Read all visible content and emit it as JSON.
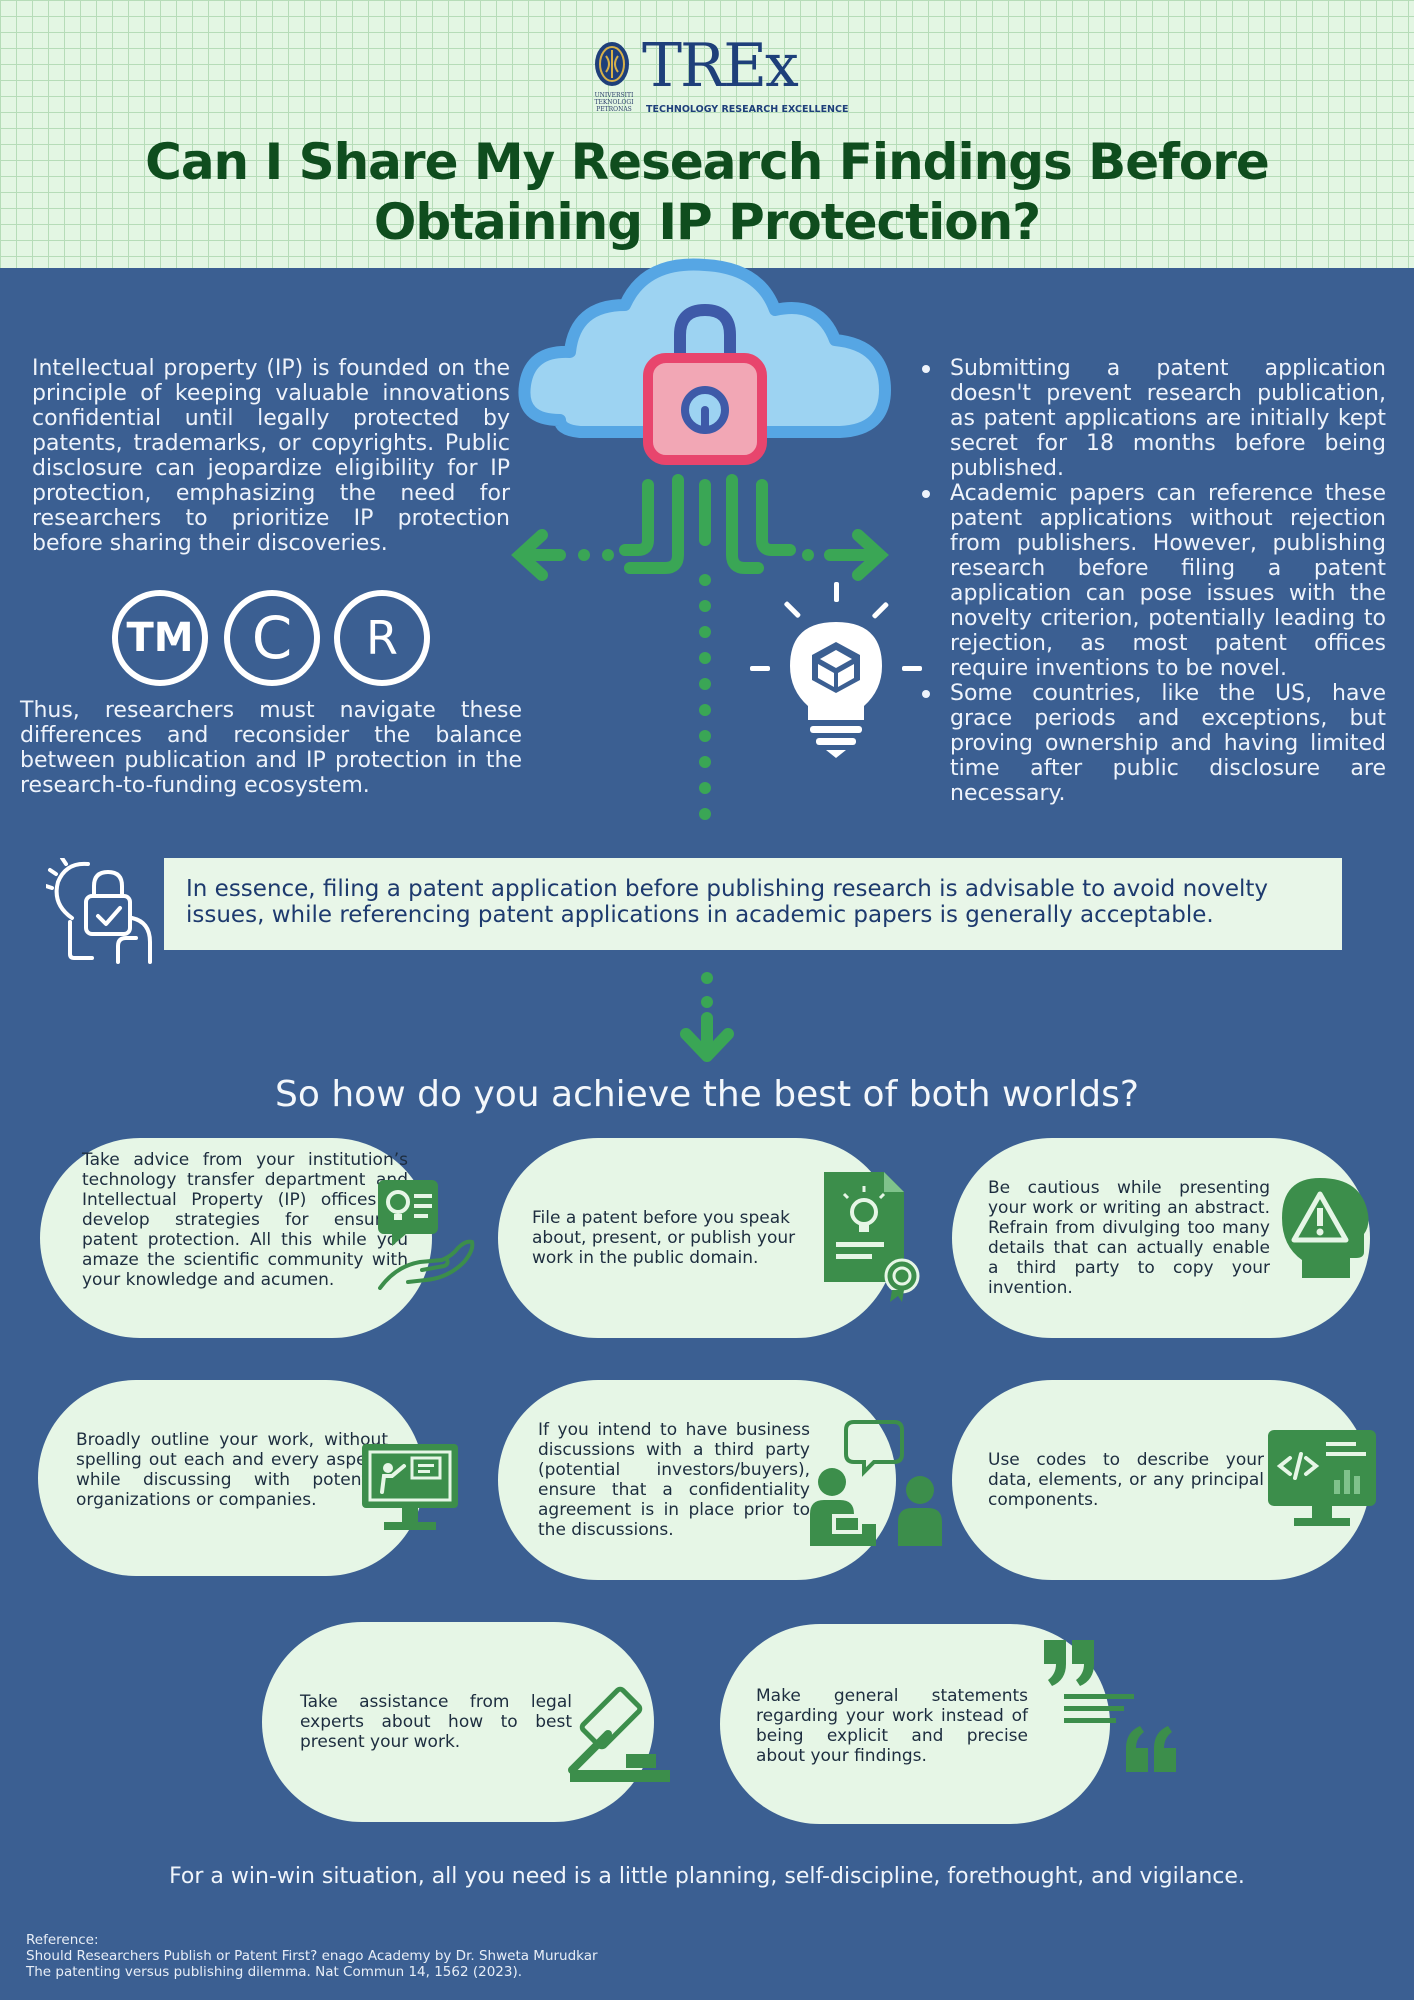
{
  "header": {
    "logo_word": "TREx",
    "logo_tagline": "TECHNOLOGY RESEARCH EXCELLENCE",
    "logo_uni_lines": [
      "UNIVERSITI",
      "TEKNOLOGI",
      "PETRONAS"
    ],
    "title_line1": "Can I Share My Research Findings Before",
    "title_line2": "Obtaining IP Protection?"
  },
  "intro": {
    "left_paragraph": "Intellectual property (IP) is founded on the principle of keeping valuable innovations confidential until legally protected by patents, trademarks, or copyrights. Public disclosure can jeopardize eligibility for IP protection, emphasizing the need for researchers to prioritize IP protection before sharing their discoveries.",
    "symbols": [
      "TM",
      "C",
      "R"
    ],
    "left_paragraph2": "Thus, researchers must navigate these differences and reconsider the balance between publication and IP protection in the research-to-funding ecosystem.",
    "bullets": [
      "Submitting a patent application doesn't prevent research publication, as patent applications are initially kept secret for 18 months before being published.",
      "Academic papers can reference these patent applications without rejection from publishers. However, publishing research before filing a patent application can pose issues with the novelty criterion, potentially leading to rejection, as most patent offices require inventions to be novel.",
      "Some countries, like the US, have grace periods and exceptions, but proving ownership and having limited time after public disclosure are necessary."
    ]
  },
  "essence": {
    "text": "In essence, filing a patent application before publishing research is advisable to avoid novelty issues, while referencing patent applications in academic papers is generally acceptable."
  },
  "tips": {
    "heading": "So how do you achieve the best of both worlds?",
    "items": [
      "Take advice from your institution’s technology transfer department and Intellectual Property (IP) offices to develop strategies for ensuring patent protection. All this while you amaze the scientific community with your knowledge and acumen.",
      "File a patent before you speak about, present, or publish your work in the public domain.",
      "Be cautious while presenting your work or writing an abstract. Refrain from divulging too many details that can actually enable a third party to copy your invention.",
      "Broadly outline your work, without spelling out each and every aspect, while discussing with potential organizations or companies.",
      "If you intend to have business discussions with a third party (potential investors/buyers), ensure that a confidentiality agreement is in place prior to the discussions.",
      "Use codes to describe your data, elements, or any principal components.",
      "Take assistance from legal experts about how to best present your work.",
      "Make general statements regarding your work instead of being explicit and precise about your findings."
    ]
  },
  "closing": "For a win-win situation, all you need is a little planning, self-discipline, forethought, and vigilance.",
  "references": {
    "label": "Reference:",
    "items": [
      "Should Researchers Publish or Patent First? enago Academy by Dr. Shweta Murudkar",
      "The patenting versus publishing dilemma. Nat Commun 14, 1562 (2023)."
    ]
  },
  "colors": {
    "background": "#3b5f92",
    "header": "#e3f6e3",
    "title": "#0f4d1e",
    "accent_green": "#3aa655",
    "icon_green": "#3c8e4b",
    "pill": "#e6f6e6",
    "lock_pink": "#e8456d"
  }
}
